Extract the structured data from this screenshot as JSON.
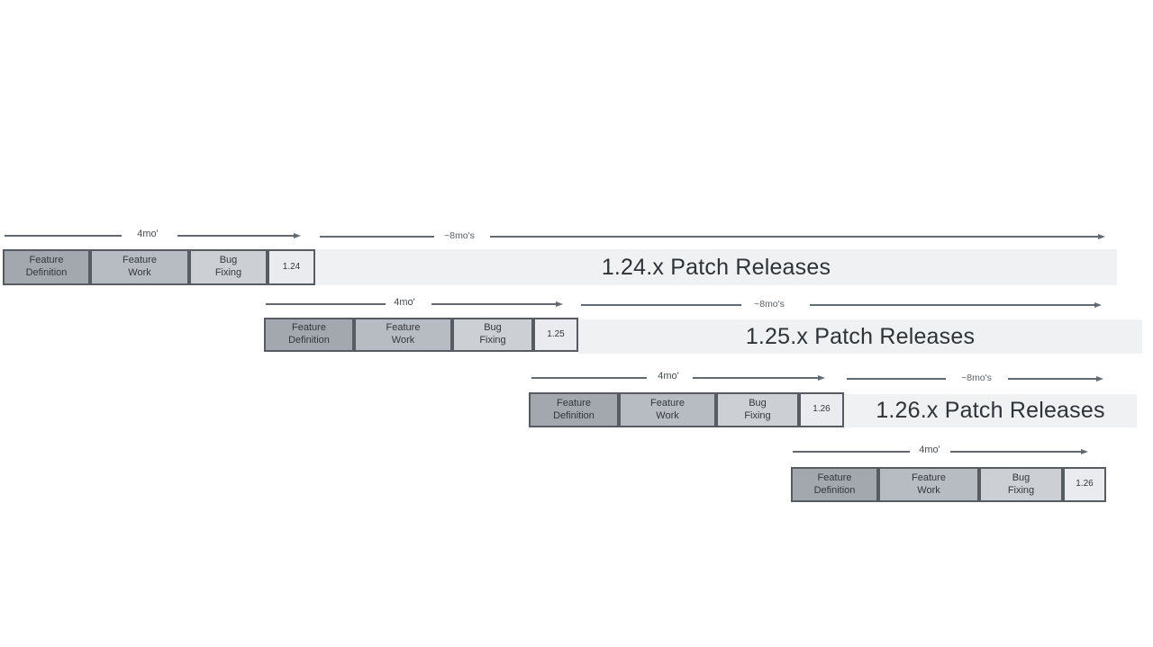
{
  "colors": {
    "border": "#565c61",
    "fd": "#a2a8ae",
    "fw": "#b7bcc2",
    "bf": "#ccd0d5",
    "ver": "#e9ebee",
    "bar": "#eff1f3",
    "ink": "#33373c",
    "arrow": "#636a72"
  },
  "rows": [
    {
      "version": "1.24",
      "dev_duration_label": "4mo'",
      "patch_duration_label": "~8mo's",
      "patch_label": "1.24.x Patch Releases",
      "phases": [
        {
          "line1": "Feature",
          "line2": "Definition"
        },
        {
          "line1": "Feature",
          "line2": "Work"
        },
        {
          "line1": "Bug",
          "line2": "Fixing"
        }
      ]
    },
    {
      "version": "1.25",
      "dev_duration_label": "4mo'",
      "patch_duration_label": "~8mo's",
      "patch_label": "1.25.x Patch Releases",
      "phases": [
        {
          "line1": "Feature",
          "line2": "Definition"
        },
        {
          "line1": "Feature",
          "line2": "Work"
        },
        {
          "line1": "Bug",
          "line2": "Fixing"
        }
      ]
    },
    {
      "version": "1.26",
      "dev_duration_label": "4mo'",
      "patch_duration_label": "~8mo's",
      "patch_label": "1.26.x Patch Releases",
      "phases": [
        {
          "line1": "Feature",
          "line2": "Definition"
        },
        {
          "line1": "Feature",
          "line2": "Work"
        },
        {
          "line1": "Bug",
          "line2": "Fixing"
        }
      ]
    },
    {
      "version": "1.26",
      "dev_duration_label": "4mo'",
      "phases": [
        {
          "line1": "Feature",
          "line2": "Definition"
        },
        {
          "line1": "Feature",
          "line2": "Work"
        },
        {
          "line1": "Bug",
          "line2": "Fixing"
        }
      ]
    }
  ]
}
